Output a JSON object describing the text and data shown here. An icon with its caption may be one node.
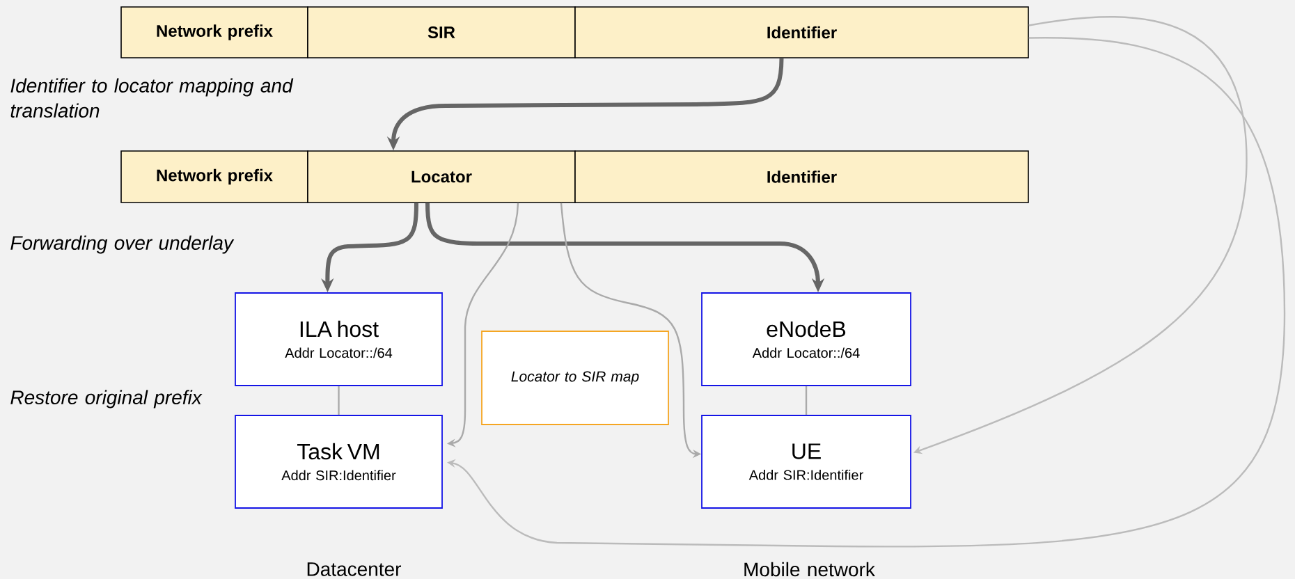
{
  "diagram": {
    "nodes": [
      {
        "text": [
          "Network prefix"
        ]
      },
      {
        "text": [
          "SIR"
        ]
      },
      {
        "text": [
          "Identifier"
        ]
      },
      {
        "text": [
          "Network prefix"
        ]
      },
      {
        "text": [
          "Locator"
        ]
      },
      {
        "text": [
          "Identifier"
        ]
      },
      {
        "text": [
          "ILA host",
          "Addr Locator::/64"
        ]
      },
      {
        "text": [
          "Task VM",
          "Addr SIR:Identifier"
        ]
      },
      {
        "text": [
          "eNodeB",
          "Addr Locator::/64"
        ]
      },
      {
        "text": [
          "UE",
          "Addr SIR:Identifier"
        ]
      },
      {
        "text": [
          "Locator to SIR map"
        ]
      }
    ],
    "edges": [
      {
        "from": 2,
        "to": 4,
        "arrow": "to",
        "style": "thick"
      },
      {
        "from": 4,
        "to": 6,
        "arrow": "to",
        "style": "thick"
      },
      {
        "from": 4,
        "to": 8,
        "arrow": "to",
        "style": "thick"
      },
      {
        "from": 4,
        "to": 7,
        "arrow": "to",
        "color": "#aaaaaa"
      },
      {
        "from": 4,
        "to": 9,
        "arrow": "to",
        "color": "#aaaaaa"
      },
      {
        "from": 6,
        "to": 7,
        "arrow": "none",
        "color": "#aaaaaa"
      },
      {
        "from": 8,
        "to": 9,
        "arrow": "none",
        "color": "#aaaaaa"
      },
      {
        "from": 2,
        "to": 9,
        "arrow": "to",
        "color": "#bbbbbb"
      },
      {
        "from": 2,
        "to": 7,
        "arrow": "to",
        "color": "#bbbbbb"
      }
    ],
    "labels": [
      "Identifier to locator mapping and translation",
      "Forwarding over underlay",
      "Restore original prefix",
      "Datacenter",
      "Mobile network"
    ]
  }
}
